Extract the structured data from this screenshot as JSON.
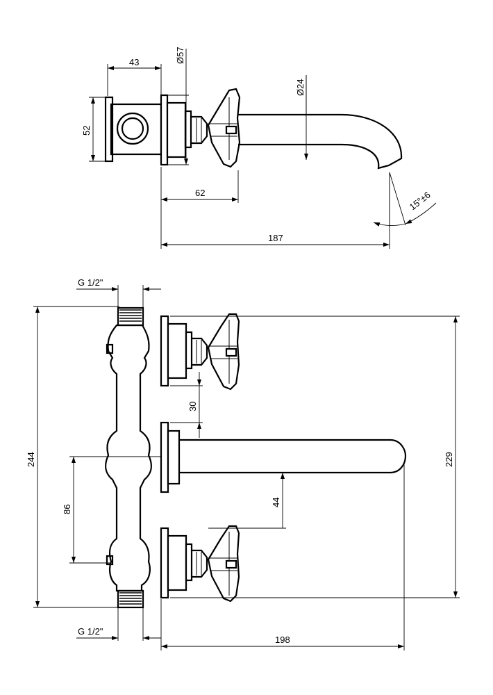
{
  "dimensions": {
    "d43": "43",
    "d57": "Ø57",
    "d24": "Ø24",
    "d52": "52",
    "d62": "62",
    "d187": "187",
    "angle": "15°±6",
    "thread_top": "G 1/2\"",
    "thread_bottom": "G 1/2\"",
    "d244": "244",
    "d229": "229",
    "d30": "30",
    "d86": "86",
    "d44": "44",
    "d198": "198"
  }
}
